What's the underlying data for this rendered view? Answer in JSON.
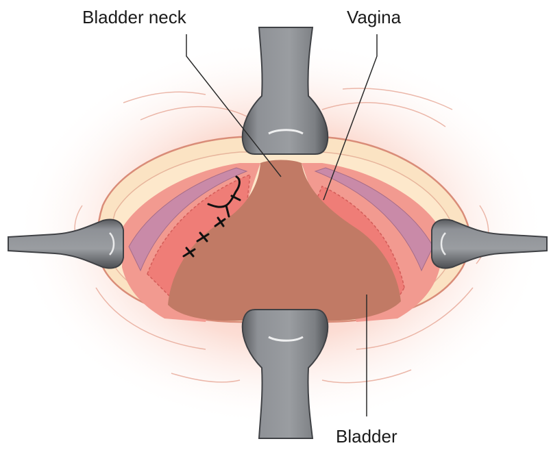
{
  "labels": {
    "bladder_neck": "Bladder neck",
    "vagina": "Vagina",
    "bladder": "Bladder"
  },
  "colors": {
    "glow": "#f6a08d",
    "skin_outline": "#d98c78",
    "fat": "#fbe3c3",
    "vaginal_wall": "#f08c88",
    "vaginal_wall_inner": "#eb7670",
    "mucosa_stripe": "#c98aa8",
    "bladder": "#c17a65",
    "retractor": "#8e9196",
    "retractor_light": "#b6b8bb",
    "retractor_dark": "#4d4f53",
    "suture": "#111111",
    "leader": "#2a2a2a"
  }
}
